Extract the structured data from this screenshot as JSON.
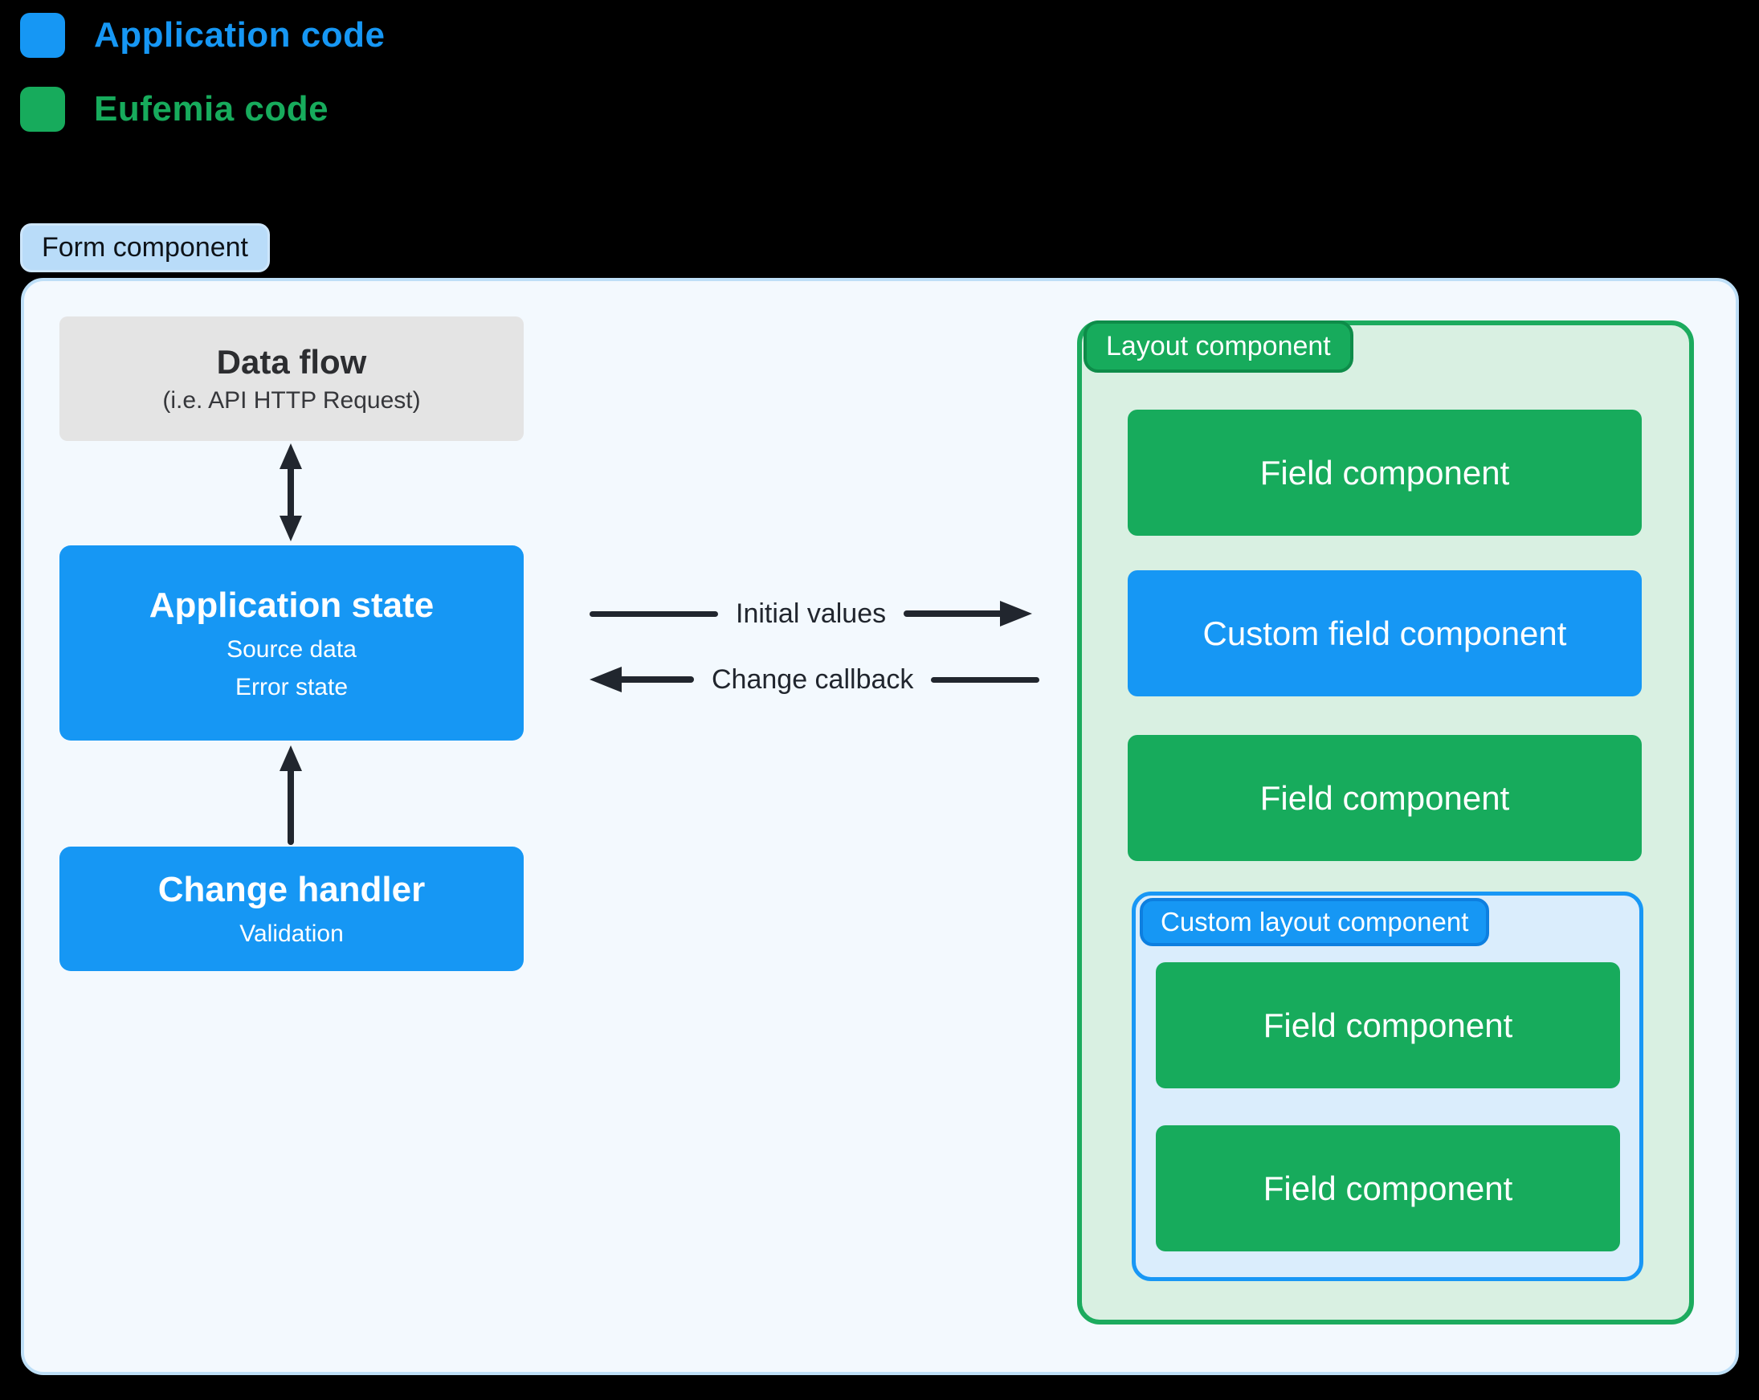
{
  "colors": {
    "application_blue": "#1697f4",
    "eufemia_green": "#17ab5c",
    "layout_container_fill": "#d9f0e2",
    "layout_container_border": "#1cab5e",
    "custom_layout_fill": "#daedfc",
    "custom_layout_border": "#1897f5",
    "form_container_fill": "#f3f9fe",
    "form_container_border": "#bedff7",
    "form_pill_fill": "#b9dcf9",
    "neutral_gray_box": "#e4e4e4",
    "arrow_ink": "#21262e",
    "background": "#000000"
  },
  "legend": {
    "items": [
      {
        "label": "Application code",
        "color": "#1697f4"
      },
      {
        "label": "Eufemia code",
        "color": "#17ab5c"
      }
    ]
  },
  "form": {
    "label": "Form component",
    "data_flow": {
      "title": "Data flow",
      "subtitle": "(i.e. API HTTP Request)"
    },
    "application_state": {
      "title": "Application state",
      "lines": [
        "Source data",
        "Error state"
      ]
    },
    "change_handler": {
      "title": "Change handler",
      "lines": [
        "Validation"
      ]
    },
    "arrows": {
      "initial_values": "Initial values",
      "change_callback": "Change callback"
    },
    "layout": {
      "label": "Layout component",
      "children": [
        {
          "label": "Field component"
        },
        {
          "label": "Custom field component"
        },
        {
          "label": "Field component"
        }
      ],
      "custom_layout": {
        "label": "Custom layout component",
        "children": [
          {
            "label": "Field component"
          },
          {
            "label": "Field component"
          }
        ]
      }
    }
  }
}
